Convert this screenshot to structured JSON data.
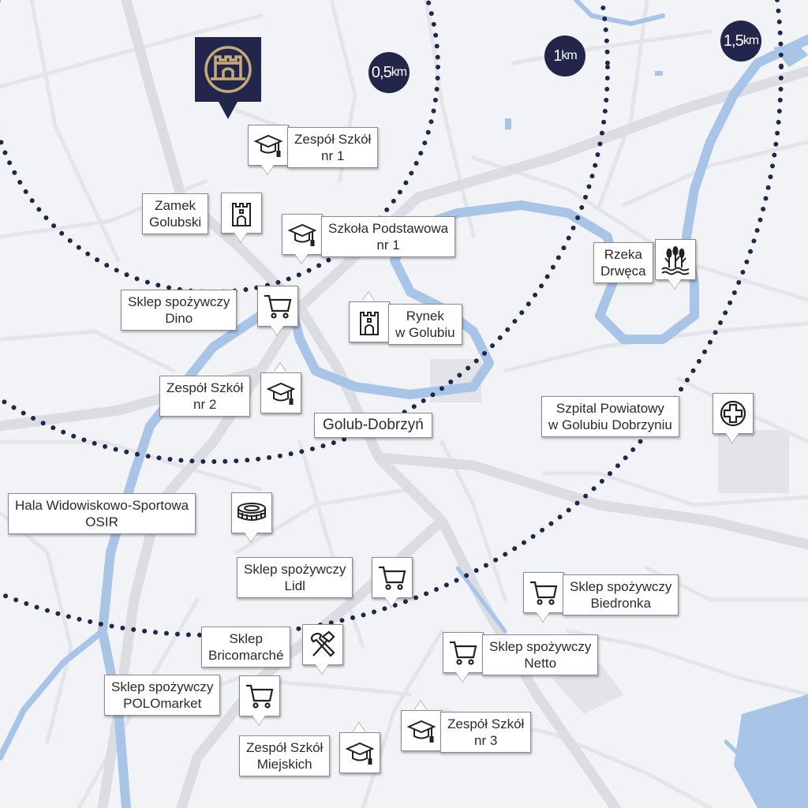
{
  "city": "Golub-Dobrzyń",
  "rings": [
    {
      "value": "0,5",
      "unit": "km"
    },
    {
      "value": "1",
      "unit": "km"
    },
    {
      "value": "1,5",
      "unit": "km"
    }
  ],
  "colors": {
    "navy": "#22264a",
    "water": "#a8c4e6",
    "roads": "#dcdde2",
    "background": "#f2f3f6",
    "logo_gold": "#c7aa7b"
  },
  "logo": {
    "icon": "castle-arch-logo"
  },
  "pois": [
    {
      "id": "zespol-szkol-1",
      "icon": "graduation-cap-icon",
      "lines": [
        "Zespół Szkół",
        "nr 1"
      ]
    },
    {
      "id": "zamek-golubski",
      "icon": "castle-tower-icon",
      "lines": [
        "Zamek",
        "Golubski"
      ]
    },
    {
      "id": "szkola-podstawowa-1",
      "icon": "graduation-cap-icon",
      "lines": [
        "Szkoła Podstawowa",
        "nr 1"
      ]
    },
    {
      "id": "rzeka-drweca",
      "icon": "reeds-water-icon",
      "lines": [
        "Rzeka",
        "Drwęca"
      ]
    },
    {
      "id": "sklep-dino",
      "icon": "shopping-cart-icon",
      "lines": [
        "Sklep spożywczy",
        "Dino"
      ]
    },
    {
      "id": "rynek",
      "icon": "castle-tower-icon",
      "lines": [
        "Rynek",
        "w Golubiu"
      ]
    },
    {
      "id": "zespol-szkol-2",
      "icon": "graduation-cap-icon",
      "lines": [
        "Zespół Szkół",
        "nr 2"
      ]
    },
    {
      "id": "szpital",
      "icon": "medical-cross-icon",
      "lines": [
        "Szpital Powiatowy",
        "w Golubiu Dobrzyniu"
      ]
    },
    {
      "id": "hala-osir",
      "icon": "stadium-icon",
      "lines": [
        "Hala Widowiskowo-Sportowa",
        "OSIR"
      ]
    },
    {
      "id": "sklep-lidl",
      "icon": "shopping-cart-icon",
      "lines": [
        "Sklep spożywczy",
        "Lidl"
      ]
    },
    {
      "id": "sklep-biedronka",
      "icon": "shopping-cart-icon",
      "lines": [
        "Sklep spożywczy",
        "Biedronka"
      ]
    },
    {
      "id": "sklep-bricomarche",
      "icon": "hammer-wrench-icon",
      "lines": [
        "Sklep",
        "Bricomarché"
      ]
    },
    {
      "id": "sklep-netto",
      "icon": "shopping-cart-icon",
      "lines": [
        "Sklep spożywczy",
        "Netto"
      ]
    },
    {
      "id": "sklep-polomarket",
      "icon": "shopping-cart-icon",
      "lines": [
        "Sklep spożywczy",
        "POLOmarket"
      ]
    },
    {
      "id": "zespol-szkol-3",
      "icon": "graduation-cap-icon",
      "lines": [
        "Zespół Szkół",
        "nr 3"
      ]
    },
    {
      "id": "zespol-szkol-miejskich",
      "icon": "graduation-cap-icon",
      "lines": [
        "Zespół Szkół",
        "Miejskich"
      ]
    }
  ]
}
